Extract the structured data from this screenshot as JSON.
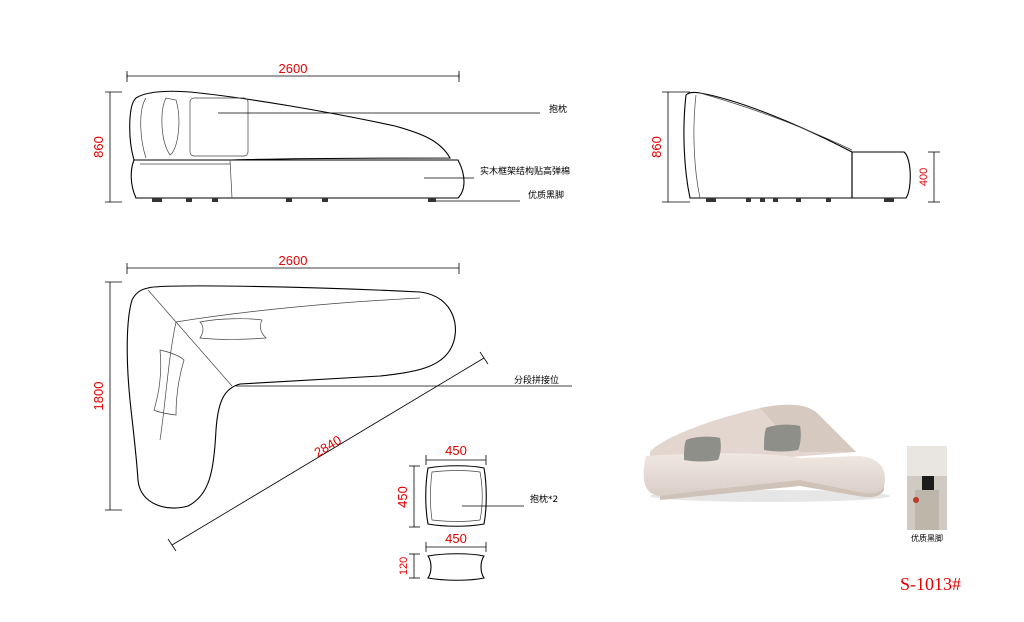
{
  "drawing": {
    "front_view": {
      "width": "2600",
      "height": "860",
      "labels": [
        "抱枕",
        "实木框架结构贴高弹棉",
        "优质黑脚"
      ]
    },
    "side_view": {
      "height": "860",
      "seat_height": "400"
    },
    "top_view": {
      "width": "2600",
      "depth": "1800",
      "diagonal": "2840",
      "label": "分段拼接位"
    },
    "pillow": {
      "width": "450",
      "height": "450",
      "thickness_width": "450",
      "thickness": "120",
      "label": "抱枕*2"
    },
    "render_photo": {
      "body_color": "#e8ddd6",
      "pillow_color": "#8f8f8a"
    },
    "foot_photo_caption": "优质黑脚",
    "model_code": "S-1013#"
  }
}
